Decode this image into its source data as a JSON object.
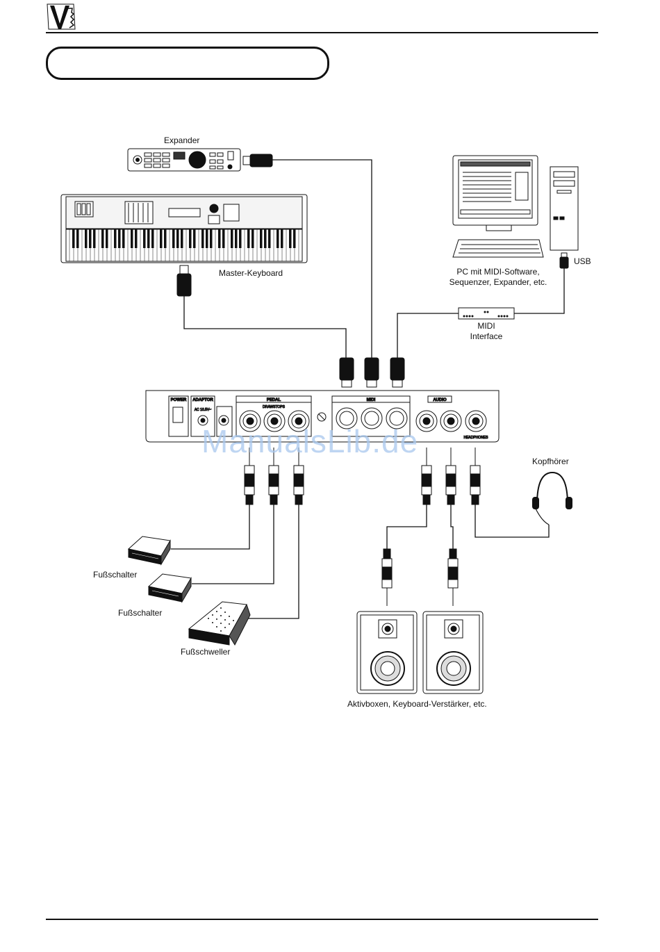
{
  "labels": {
    "expander": "Expander",
    "master_keyboard": "Master-Keyboard",
    "pc": "PC mit MIDI-Software,\nSequenzer, Expander, etc.",
    "usb": "USB",
    "midi_interface": "MIDI\nInterface",
    "kopfhoerer": "Kopfhörer",
    "fussschalter_1": "Fußschalter",
    "fussschalter_2": "Fußschalter",
    "fussschweller": "Fußschweller",
    "speakers": "Aktivboxen, Keyboard-Verstärker, etc."
  },
  "panel": {
    "power": "POWER",
    "adaptor": "ADAPTOR",
    "ac": "AC 10.5V~",
    "pedal": "PEDAL",
    "drawstops": "DRAWSTOPS",
    "midi": "MIDI",
    "audio": "AUDIO",
    "headphones": "HEADPHONES"
  },
  "watermark": "ManualsLib.de",
  "logo": "V",
  "colors": {
    "line": "#111111",
    "watermark": "#a9c8ee"
  }
}
